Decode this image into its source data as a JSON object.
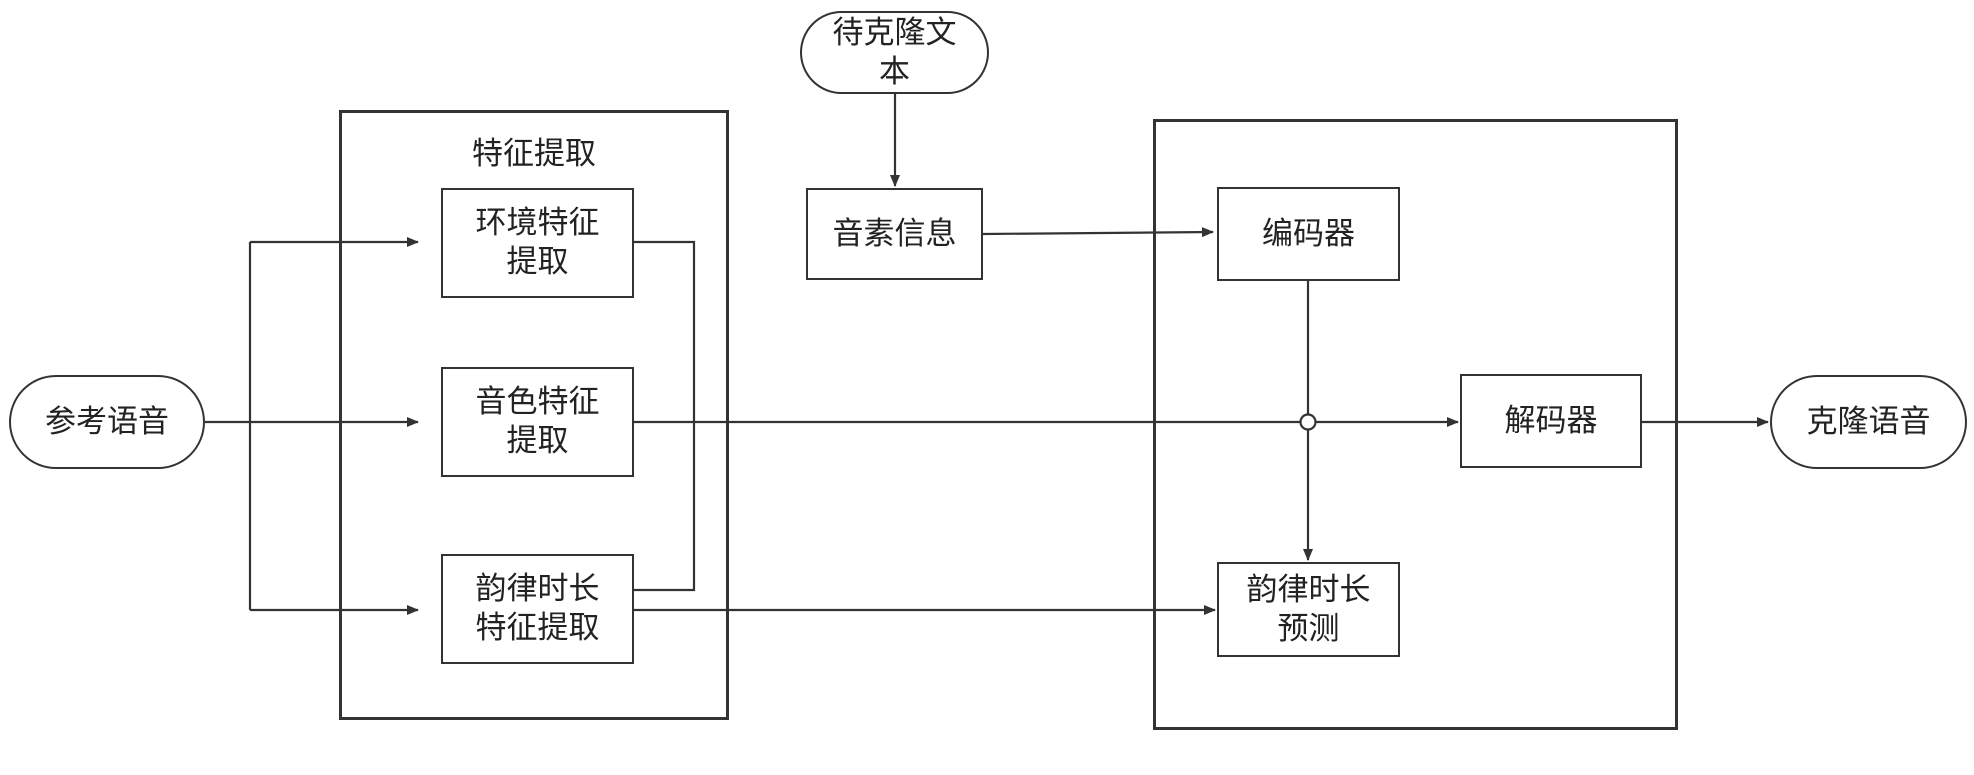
{
  "nodes": {
    "ref_audio": "参考语音",
    "text_to_clone": "待克隆文\n本",
    "phoneme_info": "音素信息",
    "env_extract": "环境特征\n提取",
    "timbre_extract": "音色特征\n提取",
    "prosody_extract": "韵律时长\n特征提取",
    "encoder": "编码器",
    "decoder": "解码器",
    "prosody_predict": "韵律时长\n预测",
    "cloned_audio": "克隆语音"
  },
  "groups": {
    "feature_extraction_title": "特征提取"
  },
  "colors": {
    "stroke": "#333333",
    "background": "#ffffff"
  }
}
